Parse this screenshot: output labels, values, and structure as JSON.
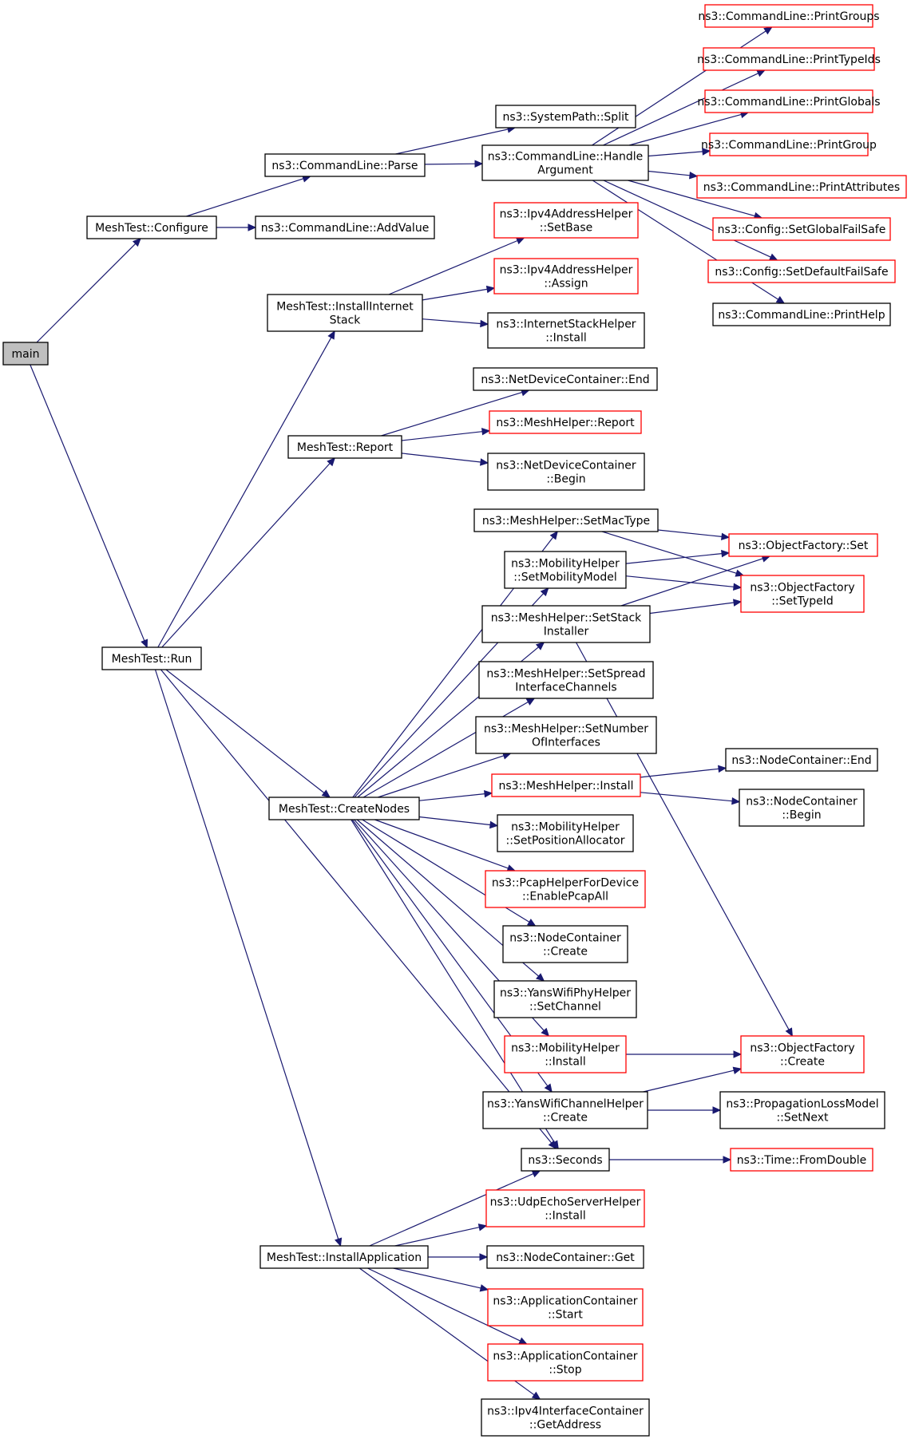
{
  "colors": {
    "edge": "#191970",
    "link_border": "#000000",
    "undocumented_border": "#ff0000",
    "root_fill": "#bfbfbf"
  },
  "nodes": [
    {
      "id": "main",
      "lines": [
        "main"
      ],
      "style": "root"
    },
    {
      "id": "configure",
      "lines": [
        "MeshTest::Configure"
      ],
      "style": "black"
    },
    {
      "id": "run",
      "lines": [
        "MeshTest::Run"
      ],
      "style": "black"
    },
    {
      "id": "parse",
      "lines": [
        "ns3::CommandLine::Parse"
      ],
      "style": "black"
    },
    {
      "id": "addvalue",
      "lines": [
        "ns3::CommandLine::AddValue"
      ],
      "style": "black"
    },
    {
      "id": "split",
      "lines": [
        "ns3::SystemPath::Split"
      ],
      "style": "black"
    },
    {
      "id": "handlearg",
      "lines": [
        "ns3::CommandLine::Handle",
        "Argument"
      ],
      "style": "black"
    },
    {
      "id": "printgroups",
      "lines": [
        "ns3::CommandLine::PrintGroups"
      ],
      "style": "red"
    },
    {
      "id": "printtypeids",
      "lines": [
        "ns3::CommandLine::PrintTypeIds"
      ],
      "style": "red"
    },
    {
      "id": "printglobals",
      "lines": [
        "ns3::CommandLine::PrintGlobals"
      ],
      "style": "red"
    },
    {
      "id": "printgroup",
      "lines": [
        "ns3::CommandLine::PrintGroup"
      ],
      "style": "red"
    },
    {
      "id": "printattributes",
      "lines": [
        "ns3::CommandLine::PrintAttributes"
      ],
      "style": "red"
    },
    {
      "id": "setglobalfailsafe",
      "lines": [
        "ns3::Config::SetGlobalFailSafe"
      ],
      "style": "red"
    },
    {
      "id": "setdefaultfailsafe",
      "lines": [
        "ns3::Config::SetDefaultFailSafe"
      ],
      "style": "red"
    },
    {
      "id": "printhelp",
      "lines": [
        "ns3::CommandLine::PrintHelp"
      ],
      "style": "black"
    },
    {
      "id": "installinternet",
      "lines": [
        "MeshTest::InstallInternet",
        "Stack"
      ],
      "style": "black"
    },
    {
      "id": "ipv4setbase",
      "lines": [
        "ns3::Ipv4AddressHelper",
        "::SetBase"
      ],
      "style": "red"
    },
    {
      "id": "ipv4assign",
      "lines": [
        "ns3::Ipv4AddressHelper",
        "::Assign"
      ],
      "style": "red"
    },
    {
      "id": "internetinstall",
      "lines": [
        "ns3::InternetStackHelper",
        "::Install"
      ],
      "style": "black"
    },
    {
      "id": "report",
      "lines": [
        "MeshTest::Report"
      ],
      "style": "black"
    },
    {
      "id": "ndcend",
      "lines": [
        "ns3::NetDeviceContainer::End"
      ],
      "style": "black"
    },
    {
      "id": "meshreport",
      "lines": [
        "ns3::MeshHelper::Report"
      ],
      "style": "red"
    },
    {
      "id": "ndcbegin",
      "lines": [
        "ns3::NetDeviceContainer",
        "::Begin"
      ],
      "style": "black"
    },
    {
      "id": "createnodes",
      "lines": [
        "MeshTest::CreateNodes"
      ],
      "style": "black"
    },
    {
      "id": "setmactype",
      "lines": [
        "ns3::MeshHelper::SetMacType"
      ],
      "style": "black"
    },
    {
      "id": "setmobility",
      "lines": [
        "ns3::MobilityHelper",
        "::SetMobilityModel"
      ],
      "style": "black"
    },
    {
      "id": "setstack",
      "lines": [
        "ns3::MeshHelper::SetStack",
        "Installer"
      ],
      "style": "black"
    },
    {
      "id": "setspread",
      "lines": [
        "ns3::MeshHelper::SetSpread",
        "InterfaceChannels"
      ],
      "style": "black"
    },
    {
      "id": "setnumber",
      "lines": [
        "ns3::MeshHelper::SetNumber",
        "OfInterfaces"
      ],
      "style": "black"
    },
    {
      "id": "meshinstall",
      "lines": [
        "ns3::MeshHelper::Install"
      ],
      "style": "red"
    },
    {
      "id": "setposalloc",
      "lines": [
        "ns3::MobilityHelper",
        "::SetPositionAllocator"
      ],
      "style": "black"
    },
    {
      "id": "pcap",
      "lines": [
        "ns3::PcapHelperForDevice",
        "::EnablePcapAll"
      ],
      "style": "red"
    },
    {
      "id": "nccreate",
      "lines": [
        "ns3::NodeContainer",
        "::Create"
      ],
      "style": "black"
    },
    {
      "id": "yansphy",
      "lines": [
        "ns3::YansWifiPhyHelper",
        "::SetChannel"
      ],
      "style": "black"
    },
    {
      "id": "mobinstall",
      "lines": [
        "ns3::MobilityHelper",
        "::Install"
      ],
      "style": "red"
    },
    {
      "id": "yanschan",
      "lines": [
        "ns3::YansWifiChannelHelper",
        "::Create"
      ],
      "style": "black"
    },
    {
      "id": "ofset",
      "lines": [
        "ns3::ObjectFactory::Set"
      ],
      "style": "red"
    },
    {
      "id": "ofsettypeid",
      "lines": [
        "ns3::ObjectFactory",
        "::SetTypeId"
      ],
      "style": "red"
    },
    {
      "id": "ncend",
      "lines": [
        "ns3::NodeContainer::End"
      ],
      "style": "black"
    },
    {
      "id": "ncbegin",
      "lines": [
        "ns3::NodeContainer",
        "::Begin"
      ],
      "style": "black"
    },
    {
      "id": "ofcreate",
      "lines": [
        "ns3::ObjectFactory",
        "::Create"
      ],
      "style": "red"
    },
    {
      "id": "propnext",
      "lines": [
        "ns3::PropagationLossModel",
        "::SetNext"
      ],
      "style": "black"
    },
    {
      "id": "seconds",
      "lines": [
        "ns3::Seconds"
      ],
      "style": "black"
    },
    {
      "id": "fromdouble",
      "lines": [
        "ns3::Time::FromDouble"
      ],
      "style": "red"
    },
    {
      "id": "installapp",
      "lines": [
        "MeshTest::InstallApplication"
      ],
      "style": "black"
    },
    {
      "id": "udpinstall",
      "lines": [
        "ns3::UdpEchoServerHelper",
        "::Install"
      ],
      "style": "red"
    },
    {
      "id": "ncget",
      "lines": [
        "ns3::NodeContainer::Get"
      ],
      "style": "black"
    },
    {
      "id": "appstart",
      "lines": [
        "ns3::ApplicationContainer",
        "::Start"
      ],
      "style": "red"
    },
    {
      "id": "appstop",
      "lines": [
        "ns3::ApplicationContainer",
        "::Stop"
      ],
      "style": "red"
    },
    {
      "id": "getaddress",
      "lines": [
        "ns3::Ipv4InterfaceContainer",
        "::GetAddress"
      ],
      "style": "black"
    }
  ],
  "edges": [
    [
      "main",
      "configure"
    ],
    [
      "main",
      "run"
    ],
    [
      "configure",
      "parse"
    ],
    [
      "configure",
      "addvalue"
    ],
    [
      "parse",
      "split"
    ],
    [
      "parse",
      "handlearg"
    ],
    [
      "handlearg",
      "printgroups"
    ],
    [
      "handlearg",
      "printtypeids"
    ],
    [
      "handlearg",
      "printglobals"
    ],
    [
      "handlearg",
      "printgroup"
    ],
    [
      "handlearg",
      "printattributes"
    ],
    [
      "handlearg",
      "setglobalfailsafe"
    ],
    [
      "handlearg",
      "setdefaultfailsafe"
    ],
    [
      "handlearg",
      "printhelp"
    ],
    [
      "run",
      "installinternet"
    ],
    [
      "run",
      "report"
    ],
    [
      "run",
      "createnodes"
    ],
    [
      "run",
      "seconds"
    ],
    [
      "run",
      "installapp"
    ],
    [
      "installinternet",
      "ipv4setbase"
    ],
    [
      "installinternet",
      "ipv4assign"
    ],
    [
      "installinternet",
      "internetinstall"
    ],
    [
      "report",
      "ndcend"
    ],
    [
      "report",
      "meshreport"
    ],
    [
      "report",
      "ndcbegin"
    ],
    [
      "createnodes",
      "setmactype"
    ],
    [
      "createnodes",
      "setmobility"
    ],
    [
      "createnodes",
      "setstack"
    ],
    [
      "createnodes",
      "setspread"
    ],
    [
      "createnodes",
      "setnumber"
    ],
    [
      "createnodes",
      "meshinstall"
    ],
    [
      "createnodes",
      "setposalloc"
    ],
    [
      "createnodes",
      "pcap"
    ],
    [
      "createnodes",
      "nccreate"
    ],
    [
      "createnodes",
      "yansphy"
    ],
    [
      "createnodes",
      "mobinstall"
    ],
    [
      "createnodes",
      "yanschan"
    ],
    [
      "createnodes",
      "seconds"
    ],
    [
      "setmactype",
      "ofset"
    ],
    [
      "setmactype",
      "ofsettypeid"
    ],
    [
      "setmobility",
      "ofset"
    ],
    [
      "setmobility",
      "ofsettypeid"
    ],
    [
      "setstack",
      "ofset"
    ],
    [
      "setstack",
      "ofsettypeid"
    ],
    [
      "setstack",
      "ofcreate"
    ],
    [
      "meshinstall",
      "ncend"
    ],
    [
      "meshinstall",
      "ncbegin"
    ],
    [
      "mobinstall",
      "ofcreate"
    ],
    [
      "yanschan",
      "ofcreate"
    ],
    [
      "yanschan",
      "propnext"
    ],
    [
      "seconds",
      "fromdouble"
    ],
    [
      "installapp",
      "seconds"
    ],
    [
      "installapp",
      "udpinstall"
    ],
    [
      "installapp",
      "ncget"
    ],
    [
      "installapp",
      "appstart"
    ],
    [
      "installapp",
      "appstop"
    ],
    [
      "installapp",
      "getaddress"
    ]
  ]
}
